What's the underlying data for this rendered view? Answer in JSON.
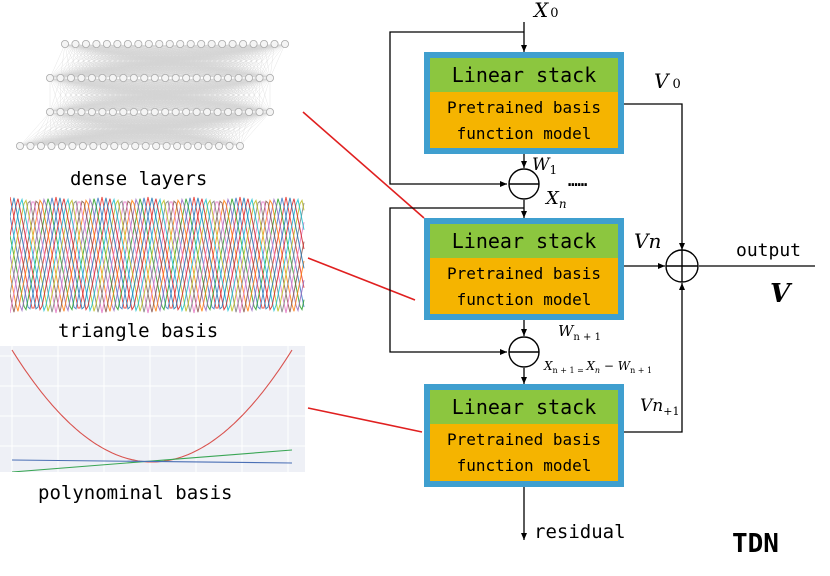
{
  "captions": {
    "dense": "dense layers",
    "triangle": "triangle basis",
    "polynomial": "polynominal basis"
  },
  "blocks": [
    {
      "top_label": "Linear stack",
      "bottom_label_1": "Pretrained basis",
      "bottom_label_2": "function model"
    },
    {
      "top_label": "Linear stack",
      "bottom_label_1": "Pretrained basis",
      "bottom_label_2": "function model"
    },
    {
      "top_label": "Linear stack",
      "bottom_label_1": "Pretrained basis",
      "bottom_label_2": "function model"
    }
  ],
  "labels": {
    "x0": "X",
    "x0_sub": "0",
    "v0": "V",
    "v0_sub": "0",
    "w1": "W",
    "w1_sub": "1",
    "dots": "……",
    "xn": "X",
    "xn_sub": "n",
    "vn": "Vn",
    "wn1": "W",
    "wn1_sub": "n + 1",
    "xn1_eq": "X",
    "xn1_eq_sub": "n + 1 = ",
    "xn_eq": "X",
    "xn_eq_sub": "n",
    "minus": " − ",
    "wn1_eq": "W",
    "wn1_eq_sub": "n + 1",
    "vn1": "Vn",
    "vn1_sub": "+1",
    "output": "output",
    "v_final": "V",
    "residual": "residual",
    "tdn": "TDN"
  },
  "colors": {
    "block_border": "#3f9fcf",
    "linear_fill": "#8cc63f",
    "basis_fill": "#f5b400",
    "connector_red": "#e02020",
    "line": "#000000"
  }
}
